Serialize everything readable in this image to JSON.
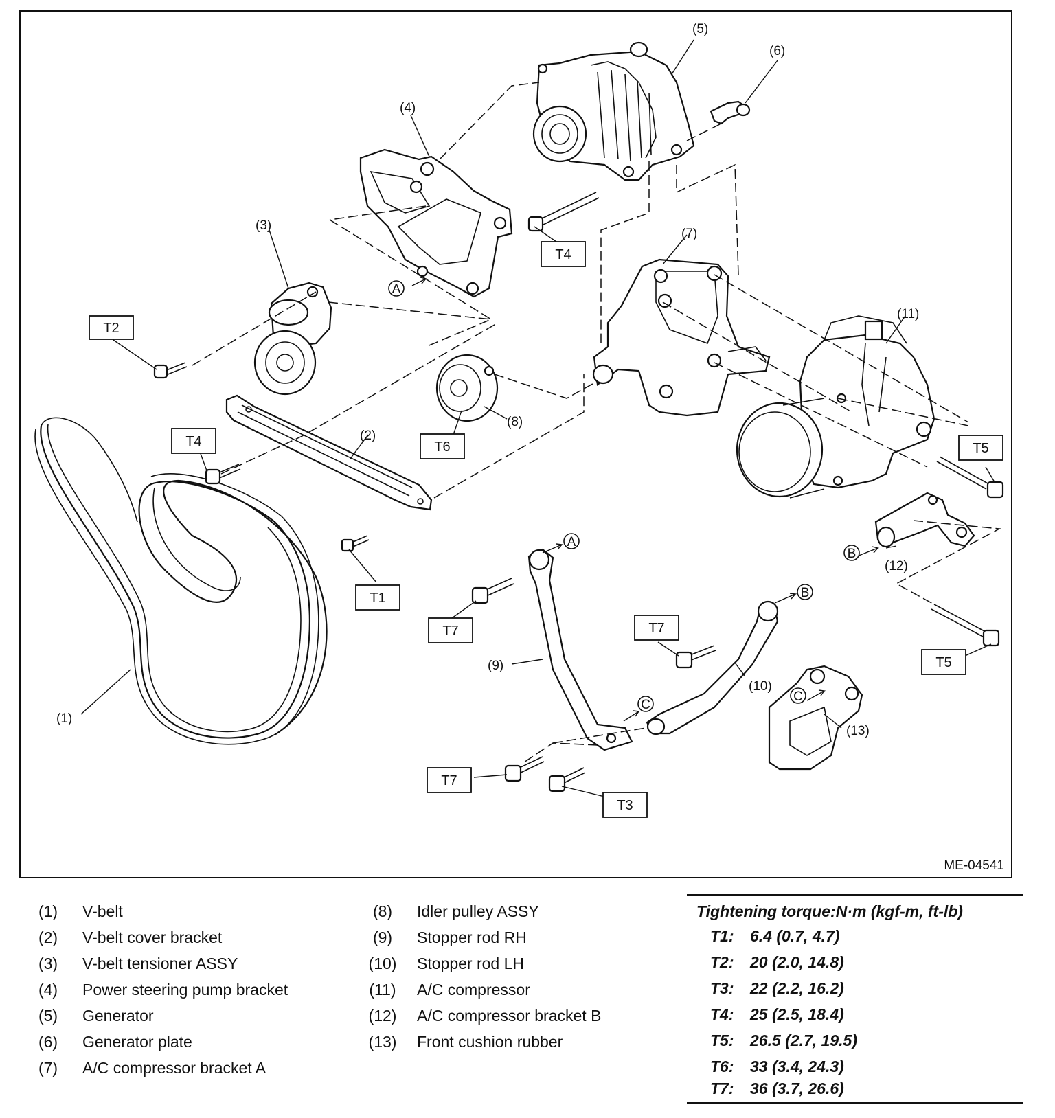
{
  "figure_code": "ME-04541",
  "callouts": {
    "c1": "(1)",
    "c2": "(2)",
    "c3": "(3)",
    "c4": "(4)",
    "c5": "(5)",
    "c6": "(6)",
    "c7": "(7)",
    "c8": "(8)",
    "c9": "(9)",
    "c10": "(10)",
    "c11": "(11)",
    "c12": "(12)",
    "c13": "(13)"
  },
  "torque_tags": {
    "t1": "T1",
    "t2": "T2",
    "t3": "T3",
    "t4": "T4",
    "t5": "T5",
    "t6": "T6",
    "t7": "T7"
  },
  "letter_refs": {
    "a": "A",
    "b": "B",
    "c": "C"
  },
  "legend": [
    {
      "num": "(1)",
      "name": "V-belt"
    },
    {
      "num": "(2)",
      "name": "V-belt cover bracket"
    },
    {
      "num": "(3)",
      "name": "V-belt tensioner ASSY"
    },
    {
      "num": "(4)",
      "name": "Power steering pump bracket"
    },
    {
      "num": "(5)",
      "name": "Generator"
    },
    {
      "num": "(6)",
      "name": "Generator plate"
    },
    {
      "num": "(7)",
      "name": "A/C compressor bracket A"
    },
    {
      "num": "(8)",
      "name": "Idler pulley ASSY"
    },
    {
      "num": "(9)",
      "name": "Stopper rod RH"
    },
    {
      "num": "(10)",
      "name": "Stopper rod LH"
    },
    {
      "num": "(11)",
      "name": "A/C compressor"
    },
    {
      "num": "(12)",
      "name": "A/C compressor bracket B"
    },
    {
      "num": "(13)",
      "name": "Front cushion rubber"
    }
  ],
  "torque": {
    "title": "Tightening torque:N·m (kgf-m, ft-lb)",
    "rows": [
      {
        "code": "T1:",
        "value": "6.4 (0.7, 4.7)"
      },
      {
        "code": "T2:",
        "value": "20 (2.0, 14.8)"
      },
      {
        "code": "T3:",
        "value": "22 (2.2, 16.2)"
      },
      {
        "code": "T4:",
        "value": "25 (2.5, 18.4)"
      },
      {
        "code": "T5:",
        "value": "26.5 (2.7, 19.5)"
      },
      {
        "code": "T6:",
        "value": "33 (3.4, 24.3)"
      },
      {
        "code": "T7:",
        "value": "36 (3.7, 26.6)"
      }
    ]
  }
}
